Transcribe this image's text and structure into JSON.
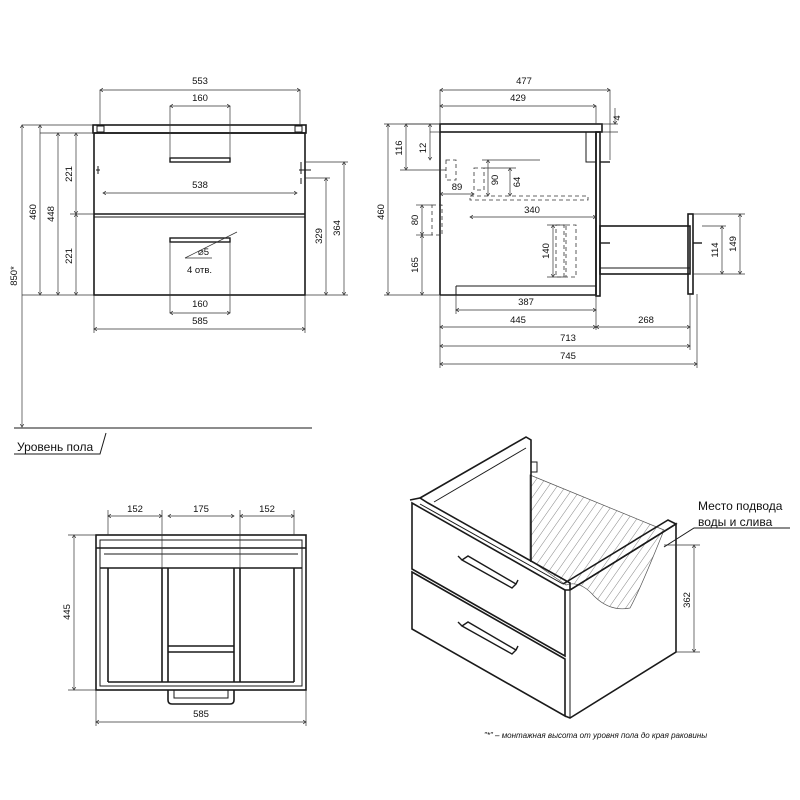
{
  "front_view": {
    "width_top": "553",
    "handle_upper": "160",
    "handle_mount": "538",
    "handle_lower": "160",
    "width_body": "585",
    "height_total": "460",
    "height_body": "448",
    "drawer_upper": "221",
    "drawer_lower": "221",
    "mount_329": "329",
    "mount_364": "364",
    "install_height": "850*",
    "hole_diam": "⌀5",
    "hole_count": "4 отв."
  },
  "floor_label": "Уровень пола",
  "side_view": {
    "depth_477": "477",
    "depth_429": "429",
    "dim_4": "4",
    "dim_12": "12",
    "dim_116": "116",
    "dim_89": "89",
    "dim_90": "90",
    "dim_64": "64",
    "dim_340": "340",
    "dim_460": "460",
    "dim_80": "80",
    "dim_165": "165",
    "dim_140": "140",
    "dim_387": "387",
    "dim_445": "445",
    "dim_268": "268",
    "dim_713": "713",
    "dim_745": "745",
    "dim_114": "114",
    "dim_149": "149"
  },
  "top_view": {
    "col_left": "152",
    "col_mid": "175",
    "col_right": "152",
    "depth": "445",
    "width": "585"
  },
  "iso_view": {
    "callout_line1": "Место подвода",
    "callout_line2": "воды и слива",
    "dim_362": "362"
  },
  "footnote": "\"*\" – монтажная высота от уровня пола до края раковины"
}
